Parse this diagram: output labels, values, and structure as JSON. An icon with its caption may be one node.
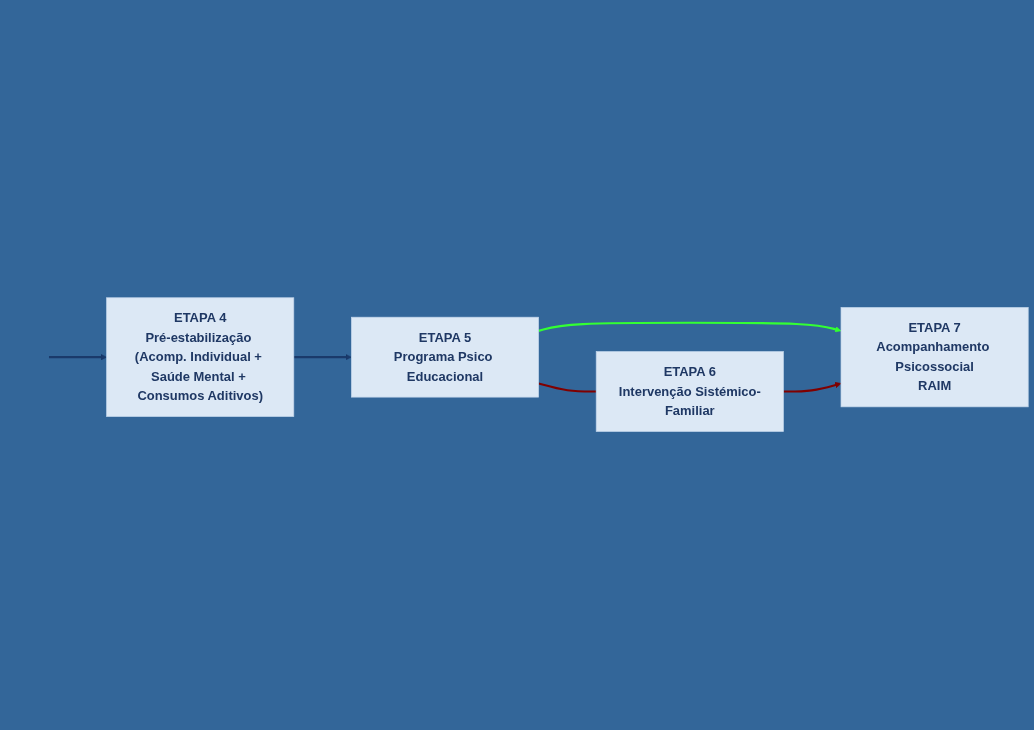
{
  "diagram": {
    "nodes": [
      {
        "text": [
          "ETAPA 4",
          "Pré-estabilização (Acomp. Individual + Saúde Mental + Consumos Aditivos)"
        ]
      },
      {
        "text": [
          "ETAPA 5",
          "Programa Psico Educacional"
        ]
      },
      {
        "text": [
          "ETAPA 7",
          "Acompanhamento Psicossocial",
          "RAIM"
        ]
      },
      {
        "text": [
          "ETAPA 6",
          "Intervenção Sistémico-Familiar"
        ]
      }
    ],
    "edges": [
      {
        "from": null,
        "to": 0,
        "arrow": "to"
      },
      {
        "from": 0,
        "to": 1,
        "arrow": "to"
      },
      {
        "from": 1,
        "to": 3,
        "arrow": "none",
        "color": "#800000"
      },
      {
        "from": 1,
        "to": 2,
        "arrow": "to",
        "color": "#33ff33"
      },
      {
        "from": 3,
        "to": 2,
        "arrow": "to",
        "color": "#800000"
      }
    ]
  }
}
